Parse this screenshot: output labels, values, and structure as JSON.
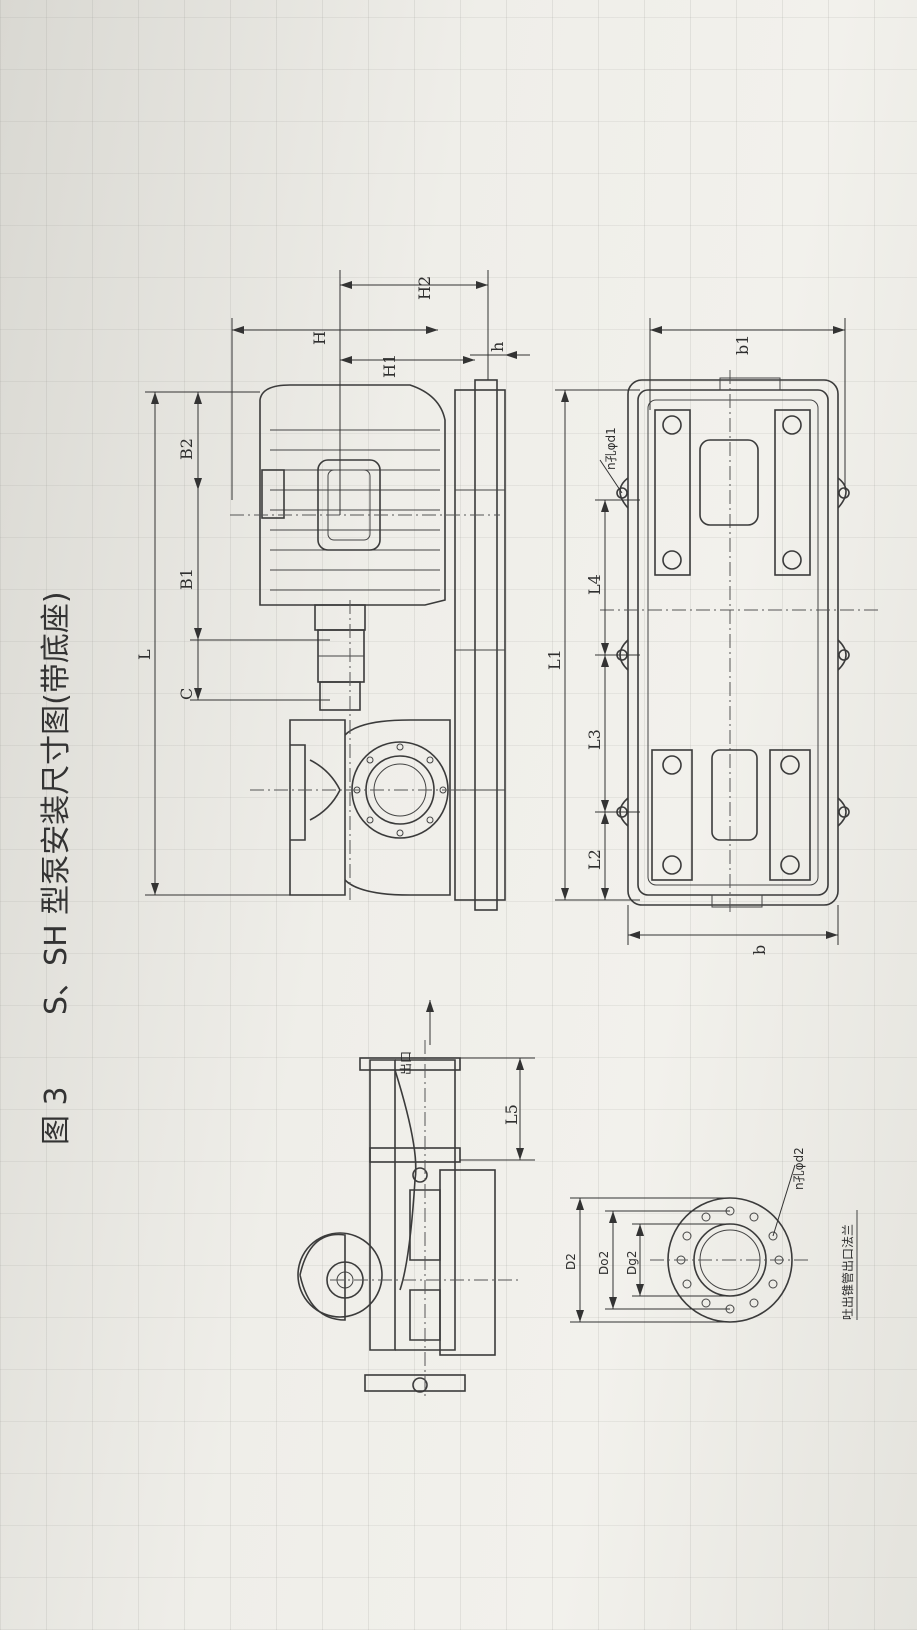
{
  "caption": {
    "figure_no": "图 3",
    "title": "S、SH 型泵安装尺寸图(带底座)"
  },
  "dimension_labels": {
    "L": "L",
    "B1": "B1",
    "B2": "B2",
    "C": "C",
    "H": "H",
    "H1": "H1",
    "H2": "H2",
    "h": "h",
    "b1": "b1",
    "L1": "L1",
    "L2": "L2",
    "L3": "L3",
    "L4": "L4",
    "b": "b",
    "L5": "L5",
    "D2": "D2",
    "Do2": "Do2",
    "Dg2": "Dg2",
    "outlet": "出口",
    "holes_d1": "n孔φd1",
    "holes_d2": "n孔φd2",
    "flange_caption": "吐出锥管出口法兰"
  }
}
